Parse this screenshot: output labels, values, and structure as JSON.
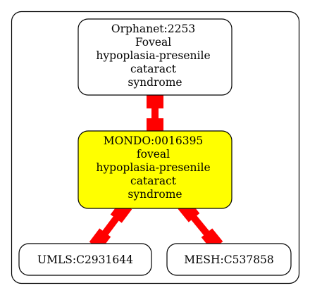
{
  "diagram": {
    "nodes": [
      {
        "id": "orphanet",
        "lines": [
          "Orphanet:2253",
          "Foveal",
          "hypoplasia-presenile",
          "cataract",
          "syndrome"
        ],
        "fill": "#ffffff"
      },
      {
        "id": "mondo",
        "lines": [
          "MONDO:0016395",
          "foveal",
          "hypoplasia-presenile",
          "cataract",
          "syndrome"
        ],
        "fill": "#ffff00"
      },
      {
        "id": "umls",
        "lines": [
          "UMLS:C2931644"
        ],
        "fill": "#ffffff"
      },
      {
        "id": "mesh",
        "lines": [
          "MESH:C537858"
        ],
        "fill": "#ffffff"
      }
    ],
    "edges": [
      {
        "from": "orphanet",
        "to": "mondo",
        "color": "#ff0000"
      },
      {
        "from": "mondo",
        "to": "umls",
        "color": "#ff0000"
      },
      {
        "from": "mondo",
        "to": "mesh",
        "color": "#ff0000"
      }
    ],
    "colors": {
      "edge": "#ff0000",
      "node_border": "#000000",
      "highlight_node": "#ffff00"
    }
  }
}
